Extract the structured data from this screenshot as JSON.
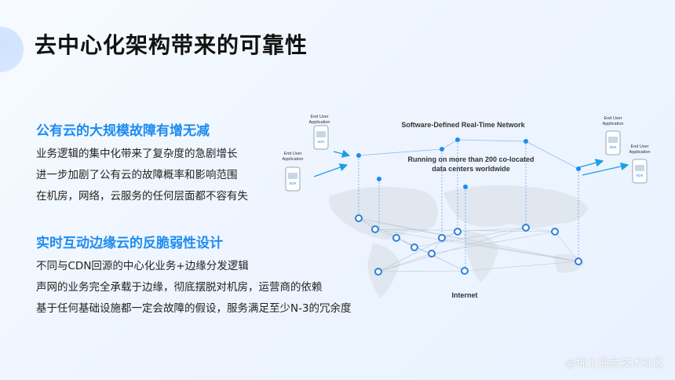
{
  "slide": {
    "title": "去中心化架构带来的可靠性"
  },
  "sections": [
    {
      "title": "公有云的大规模故障有增无减",
      "bullets": [
        "业务逻辑的集中化带来了复杂度的急剧增长",
        "进一步加剧了公有云的故障概率和影响范围",
        "在机房，网络，云服务的任何层面都不容有失"
      ]
    },
    {
      "title": "实时互动边缘云的反脆弱性设计",
      "bullets": [
        "不同与CDN回源的中心化业务+边缘分发逻辑",
        "声网的业务完全承载于边缘，彻底摆脱对机房，运营商的依赖",
        "基于任何基础设施都一定会故障的假设，服务满足至少N-3的冗余度"
      ]
    }
  ],
  "diagram": {
    "network_title": "Software-Defined Real-Time Network",
    "network_subtitle_line1": "Running on more than 200 co-located",
    "network_subtitle_line2": "data centers worldwide",
    "internet_label": "Internet",
    "end_user_line1": "End User",
    "end_user_line2": "Application",
    "sdk_label": "SDK",
    "colors": {
      "accent": "#1d8cf0",
      "node": "#2f7fdc",
      "arrow": "#1aa0e6"
    }
  },
  "watermark": "@稀土掘金技术社区"
}
